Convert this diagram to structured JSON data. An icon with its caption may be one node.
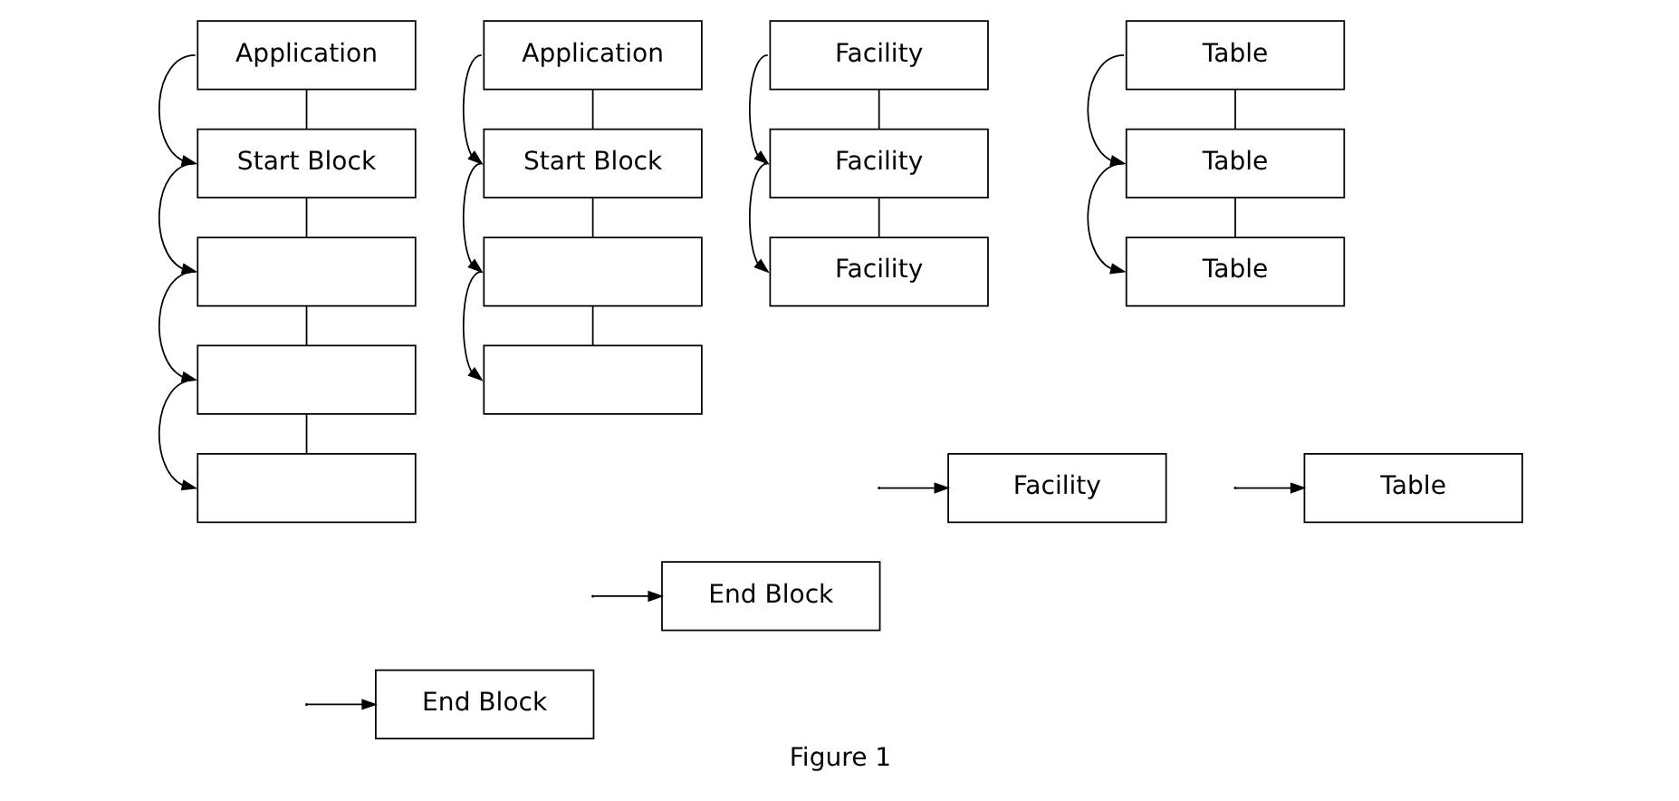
{
  "diagram": {
    "caption": "Figure 1",
    "nodes": [
      {
        "text": [
          "Application"
        ]
      },
      {
        "text": [
          "Start Block"
        ]
      },
      {
        "text": [],
        "shape": "box"
      },
      {
        "text": [],
        "shape": "box"
      },
      {
        "text": [],
        "shape": "box"
      },
      {
        "text": [
          "End Block"
        ]
      },
      {
        "text": [
          "Application"
        ]
      },
      {
        "text": [
          "Start Block"
        ]
      },
      {
        "text": [],
        "shape": "box"
      },
      {
        "text": [],
        "shape": "box"
      },
      {
        "text": [
          "End Block"
        ]
      },
      {
        "text": [
          "Facility"
        ]
      },
      {
        "text": [
          "Facility"
        ]
      },
      {
        "text": [
          "Facility"
        ]
      },
      {
        "text": [
          "Facility"
        ]
      },
      {
        "text": [
          "Table"
        ]
      },
      {
        "text": [
          "Table"
        ]
      },
      {
        "text": [
          "Table"
        ]
      },
      {
        "text": [
          "Table"
        ]
      }
    ],
    "edges": [
      {
        "from": 0,
        "to": 1,
        "arrow": "none"
      },
      {
        "from": 1,
        "to": 2,
        "arrow": "none"
      },
      {
        "from": 2,
        "to": 3,
        "arrow": "none"
      },
      {
        "from": 3,
        "to": 4,
        "arrow": "none"
      },
      {
        "from": 0,
        "to": 1,
        "arrow": "to"
      },
      {
        "from": 1,
        "to": 2,
        "arrow": "to"
      },
      {
        "from": 2,
        "to": 3,
        "arrow": "to"
      },
      {
        "from": 3,
        "to": 4,
        "arrow": "to"
      },
      {
        "from": null,
        "to": 5,
        "arrow": "to"
      },
      {
        "from": 6,
        "to": 7,
        "arrow": "none"
      },
      {
        "from": 7,
        "to": 8,
        "arrow": "none"
      },
      {
        "from": 8,
        "to": 9,
        "arrow": "none"
      },
      {
        "from": 6,
        "to": 7,
        "arrow": "to"
      },
      {
        "from": 7,
        "to": 8,
        "arrow": "to"
      },
      {
        "from": 8,
        "to": 9,
        "arrow": "to"
      },
      {
        "from": null,
        "to": 10,
        "arrow": "to"
      },
      {
        "from": 11,
        "to": 12,
        "arrow": "none"
      },
      {
        "from": 12,
        "to": 13,
        "arrow": "none"
      },
      {
        "from": 11,
        "to": 12,
        "arrow": "to"
      },
      {
        "from": 12,
        "to": 13,
        "arrow": "to"
      },
      {
        "from": null,
        "to": 14,
        "arrow": "to"
      },
      {
        "from": 15,
        "to": 16,
        "arrow": "none"
      },
      {
        "from": 16,
        "to": 17,
        "arrow": "none"
      },
      {
        "from": 15,
        "to": 16,
        "arrow": "to"
      },
      {
        "from": 16,
        "to": 17,
        "arrow": "to"
      },
      {
        "from": null,
        "to": 18,
        "arrow": "to"
      }
    ]
  }
}
